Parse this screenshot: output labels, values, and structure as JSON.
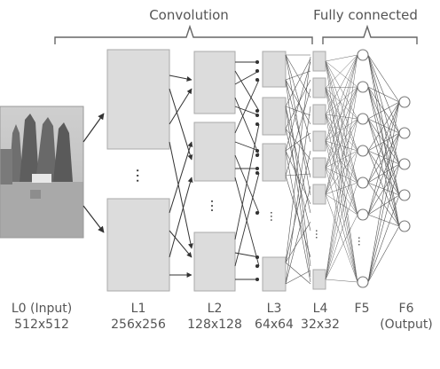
{
  "section_labels": {
    "convolution": "Convolution",
    "fully_connected": "Fully connected"
  },
  "layers": [
    {
      "name": "L0 (Input)",
      "size": "512x512"
    },
    {
      "name": "L1",
      "size": "256x256"
    },
    {
      "name": "L2",
      "size": "128x128"
    },
    {
      "name": "L3",
      "size": "64x64"
    },
    {
      "name": "L4",
      "size": "32x32"
    },
    {
      "name": "F5",
      "size": ""
    },
    {
      "name": "F6",
      "size": "(Output)"
    }
  ],
  "ellipsis": "...",
  "colors": {
    "box_fill": "#dcdcdc",
    "box_stroke": "#aaaaaa",
    "line": "#444444",
    "node_fill": "#ffffff"
  }
}
